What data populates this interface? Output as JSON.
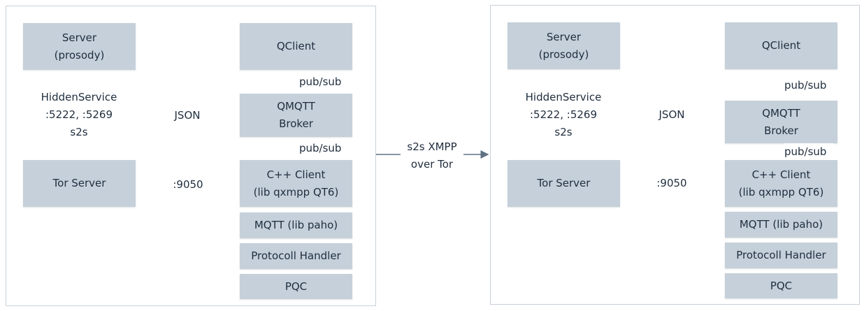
{
  "left": {
    "server": "Server\n(prosody)",
    "hidden_service": "HiddenService\n:5222, :5269\ns2s",
    "tor_server": "Tor Server",
    "port": ":9050",
    "json": "JSON",
    "qclient": "QClient",
    "pubsub_top": "pub/sub",
    "broker": "QMQTT\nBroker",
    "pubsub_bottom": "pub/sub",
    "cpp_client": "C++ Client\n(lib qxmpp QT6)",
    "mqtt": "MQTT (lib paho)",
    "protocol_handler": "Protocoll Handler",
    "pqc": "PQC"
  },
  "middle": {
    "link": "s2s XMPP\nover Tor"
  },
  "right": {
    "server": "Server\n(prosody)",
    "hidden_service": "HiddenService\n:5222, :5269\ns2s",
    "tor_server": "Tor Server",
    "port": ":9050",
    "json": "JSON",
    "qclient": "QClient",
    "pubsub_top": "pub/sub",
    "broker": "QMQTT\nBroker",
    "pubsub_bottom": "pub/sub",
    "cpp_client": "C++ Client\n(lib qxmpp QT6)",
    "mqtt": "MQTT (lib paho)",
    "protocol_handler": "Protocoll Handler",
    "pqc": "PQC"
  }
}
